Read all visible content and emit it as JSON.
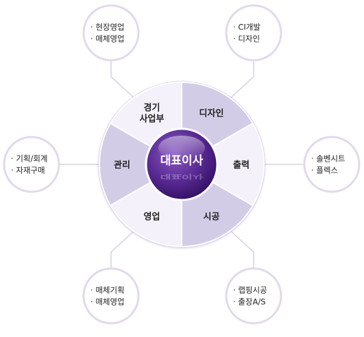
{
  "colors": {
    "ring_light": "#f4f1fa",
    "ring_dark": "#d3cce7",
    "ring_edge": "#cdc4e3",
    "divider": "#ffffff",
    "bubble_fill": "#ffffff",
    "bubble_stroke": "#e2d9ec",
    "connector": "#d9d0e2",
    "center_dark": "#2f0e5e",
    "center_mid": "#5a2a94",
    "center_light": "#8c5cc4",
    "text": "#222222"
  },
  "center": {
    "label": "대표이사"
  },
  "segments": [
    {
      "id": "design",
      "label": "디자인",
      "shade": "dark"
    },
    {
      "id": "output",
      "label": "출력",
      "shade": "light"
    },
    {
      "id": "construction",
      "label": "시공",
      "shade": "dark"
    },
    {
      "id": "sales",
      "label": "영업",
      "shade": "light"
    },
    {
      "id": "management",
      "label": "관리",
      "shade": "dark"
    },
    {
      "id": "business",
      "label": "경기\n사업부",
      "shade": "light"
    }
  ],
  "bubbles": [
    {
      "id": "top-left",
      "items": [
        "현장영업",
        "매체영업"
      ]
    },
    {
      "id": "top-right",
      "items": [
        "CI개발",
        "디자인"
      ]
    },
    {
      "id": "left",
      "items": [
        "기획/회계",
        "자재구매"
      ]
    },
    {
      "id": "right",
      "items": [
        "솔벤시트",
        "플렉스"
      ]
    },
    {
      "id": "bottom-left",
      "items": [
        "매체기획",
        "매체영업"
      ]
    },
    {
      "id": "bottom-right",
      "items": [
        "랩핑시공",
        "출장A/S"
      ]
    }
  ]
}
